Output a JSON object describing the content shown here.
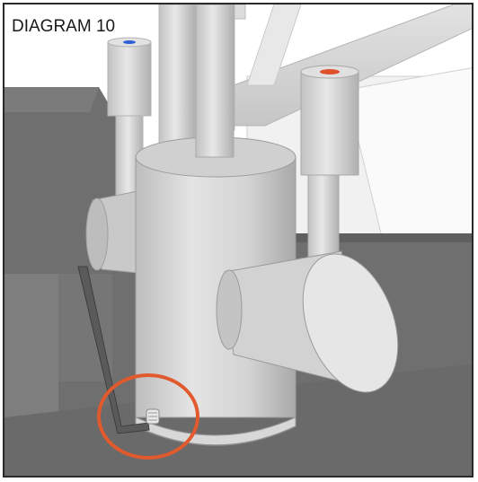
{
  "diagram": {
    "title": "DIAGRAM 10",
    "colors": {
      "background": "#ffffff",
      "border": "#2a2a2a",
      "worktop": "#6f6f6f",
      "worktop_edge": "#8a8a8a",
      "body": "#d6d6d6",
      "hot_indicator": "#e0502a",
      "cold_indicator": "#2f5fd6",
      "highlight_circle": "#e05a2e",
      "allen_key": "#555555"
    },
    "callout": {
      "shape": "circle",
      "highlights": "grub-screw",
      "color": "#e05a2e"
    },
    "icons": [
      "allen-key-icon",
      "grub-screw-icon"
    ]
  }
}
